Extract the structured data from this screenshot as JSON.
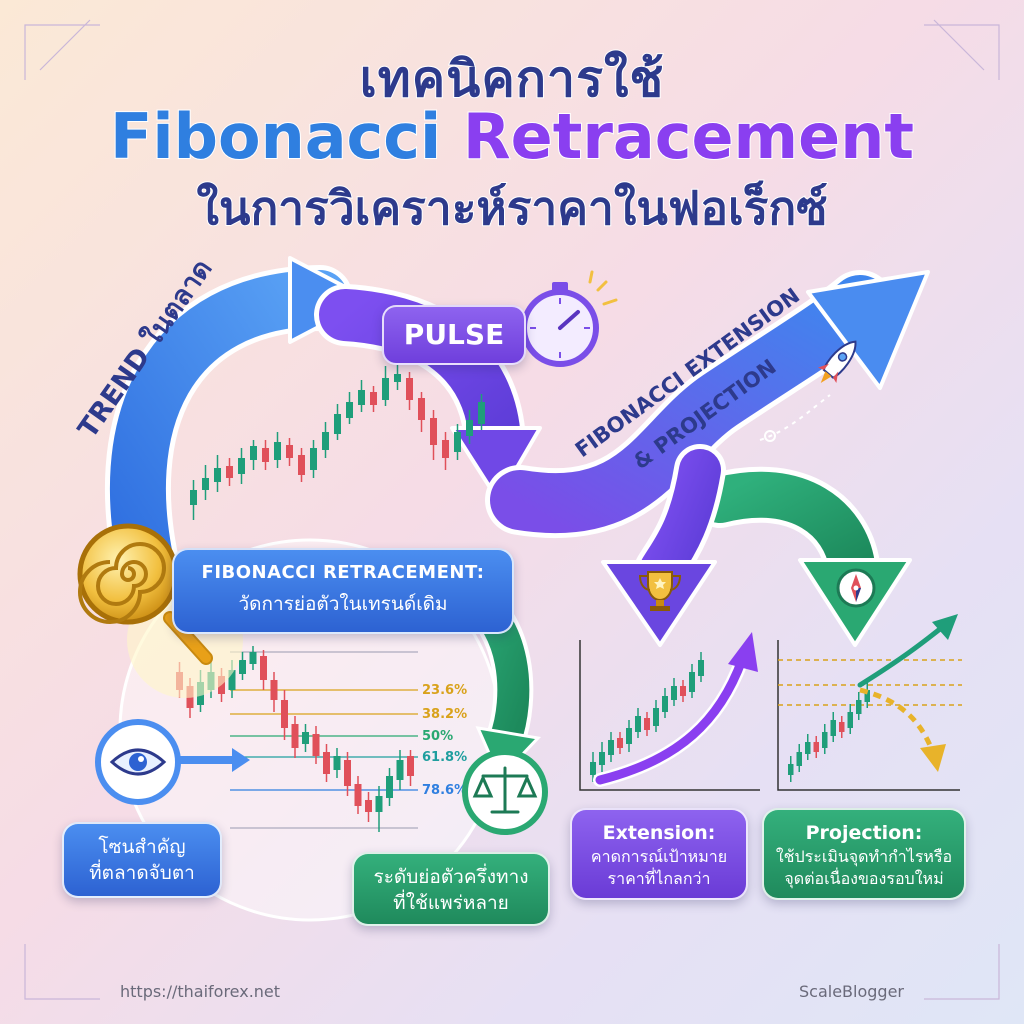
{
  "title": {
    "line1": "เทคนิคการใช้",
    "line2_a": "Fibonacci",
    "line2_b": "Retracement",
    "line3": "ในการวิเคราะห์ราคาในฟอเร็กซ์"
  },
  "labels": {
    "trend": "TREND ในตลาด",
    "pulse": "PULSE",
    "extension_projection_1": "FIBONACCI EXTENSION",
    "extension_projection_2": "& PROJECTION",
    "retracement_title": "FIBONACCI RETRACEMENT:",
    "retracement_sub": "วัดการย่อตัวในเทรนด์เดิม"
  },
  "fib_levels": [
    "23.6%",
    "38.2%",
    "50%",
    "61.8%",
    "78.6%"
  ],
  "notes": {
    "key_zone_1": "โซนสำคัญ",
    "key_zone_2": "ที่ตลาดจับตา",
    "half_1": "ระดับย่อตัวครึ่งทาง",
    "half_2": "ที่ใช้แพร่หลาย",
    "extension_head": "Extension:",
    "extension_1": "คาดการณ์เป้าหมาย",
    "extension_2": "ราคาที่ไกลกว่า",
    "projection_head": "Projection:",
    "projection_1": "ใช้ประเมินจุดทำกำไรหรือ",
    "projection_2": "จุดต่อเนื่องของรอบใหม่"
  },
  "footer": {
    "left": "https://thaiforex.net",
    "right": "ScaleBlogger"
  },
  "colors": {
    "blue": "#2f7fe0",
    "purple": "#8a3ff0",
    "green": "#2aa872",
    "bull": "#1f9e7a",
    "bear": "#e0505a",
    "gold": "#d9a21b"
  },
  "icons": [
    "magnifier-spiral-icon",
    "stopwatch-icon",
    "eye-icon",
    "scales-icon",
    "trophy-icon",
    "compass-icon",
    "rocket-icon"
  ]
}
